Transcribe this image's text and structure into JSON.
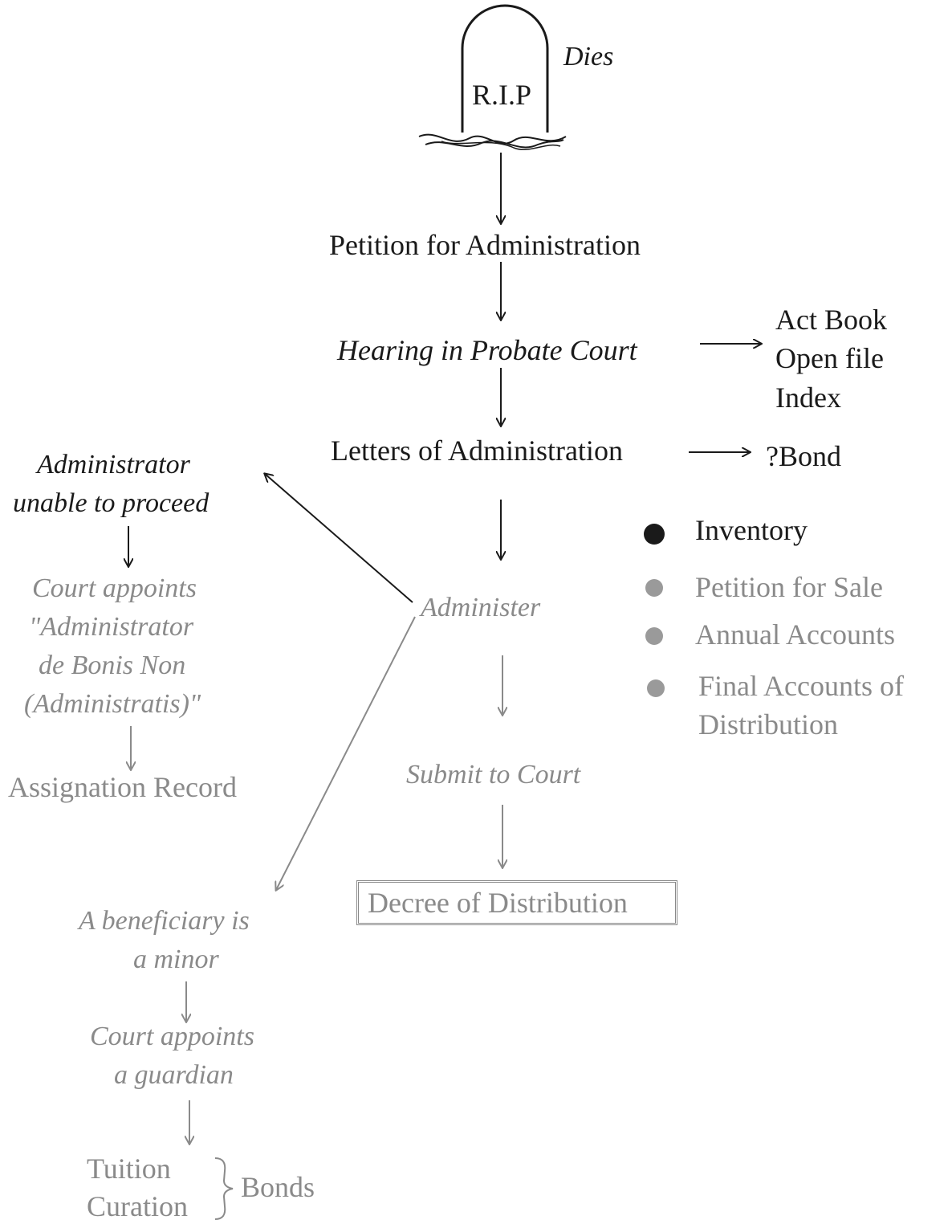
{
  "tombstone": {
    "text": "R.I.P"
  },
  "dies": "Dies",
  "main_flow": {
    "petition": "Petition for Administration",
    "hearing": "Hearing in Probate Court",
    "letters": "Letters of Administration",
    "administer": "Administer",
    "submit": "Submit to Court",
    "decree": "Decree of Distribution"
  },
  "hearing_outputs": [
    "Act Book",
    "Open file",
    "Index"
  ],
  "letters_output": "?Bond",
  "administer_items": [
    "Inventory",
    "Petition for Sale",
    "Annual Accounts",
    "Final Accounts of",
    "Distribution"
  ],
  "left_branch": {
    "unable_line1": "Administrator",
    "unable_line2": "unable to proceed",
    "court_appoints_1": "Court appoints",
    "court_appoints_2": "\"Administrator",
    "court_appoints_3": "de Bonis Non",
    "court_appoints_4": "(Administratis)\"",
    "assignation": "Assignation Record"
  },
  "minor_branch": {
    "beneficiary_1": "A beneficiary is",
    "beneficiary_2": "a minor",
    "guardian_1": "Court appoints",
    "guardian_2": "a guardian",
    "tuition": "Tuition",
    "curation": "Curation",
    "bonds": "Bonds"
  }
}
